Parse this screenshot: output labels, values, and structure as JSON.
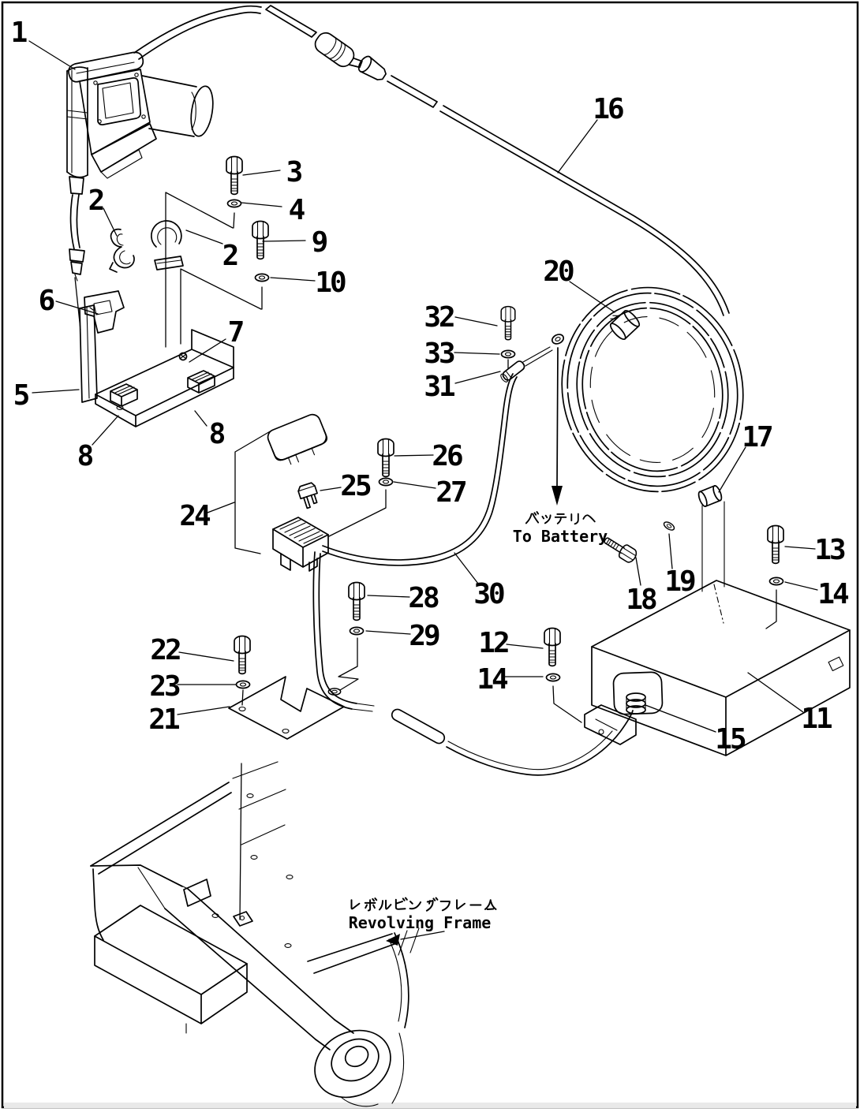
{
  "figure": {
    "type": "exploded-parts-diagram",
    "background": "#ffffff",
    "line_color": "#000000"
  },
  "callouts": {
    "c1": "1",
    "c2a": "2",
    "c2b": "2",
    "c3": "3",
    "c4": "4",
    "c5": "5",
    "c6": "6",
    "c7": "7",
    "c8a": "8",
    "c8b": "8",
    "c9": "9",
    "c10": "10",
    "c11": "11",
    "c12": "12",
    "c13": "13",
    "c14a": "14",
    "c14b": "14",
    "c15": "15",
    "c16": "16",
    "c17": "17",
    "c18": "18",
    "c19": "19",
    "c20": "20",
    "c21": "21",
    "c22": "22",
    "c23": "23",
    "c24": "24",
    "c25": "25",
    "c26": "26",
    "c27": "27",
    "c28": "28",
    "c29": "29",
    "c30": "30",
    "c31": "31",
    "c32": "32",
    "c33": "33"
  },
  "annotations": {
    "to_battery": {
      "jp": "バッテリヘ",
      "en": "To Battery"
    },
    "revolving_frame": {
      "jp": "レボルビングフレーム",
      "en": "Revolving Frame"
    }
  }
}
